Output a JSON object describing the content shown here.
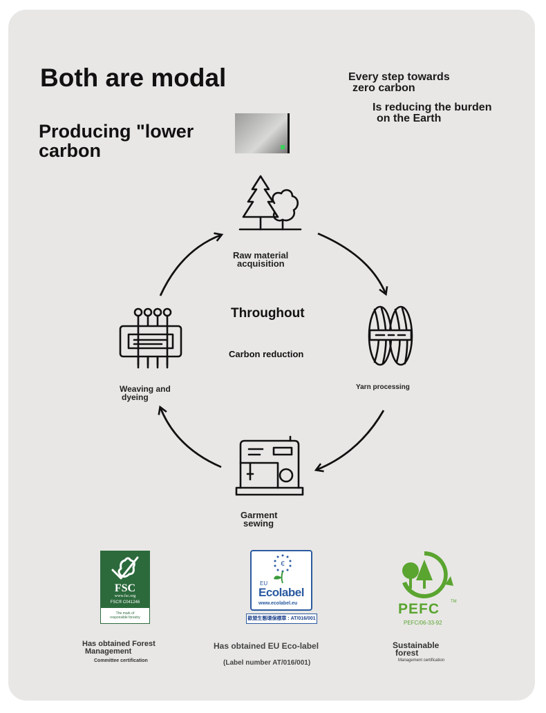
{
  "headline": {
    "title": "Both are modal",
    "subtitle": "Producing \"lower carbon"
  },
  "tagline": {
    "line1": "Every step towards",
    "line2": "zero carbon",
    "line3": "Is reducing the burden",
    "line4": "on the Earth"
  },
  "cycle": {
    "center_title": "Throughout",
    "center_subtitle": "Carbon reduction",
    "steps": [
      {
        "label_a": "Raw material",
        "label_b": "acquisition",
        "icon": "trees-icon"
      },
      {
        "label_a": "Yarn processing",
        "label_b": "",
        "icon": "yarn-ball-icon"
      },
      {
        "label_a": "Garment",
        "label_b": "sewing",
        "icon": "sewing-machine-icon"
      },
      {
        "label_a": "Weaving and",
        "label_b": "dyeing",
        "icon": "loom-icon"
      }
    ]
  },
  "certifications": {
    "fsc": {
      "logo_text": "FSC",
      "url_text": "www.fsc.org",
      "code": "FSC® C041246",
      "mark_text_1": "The mark of",
      "mark_text_2": "responsible forestry",
      "caption_1": "Has obtained Forest",
      "caption_2": "Management",
      "caption_3": "Committee certification",
      "color": "#2c6a3c"
    },
    "eu": {
      "logo_prefix": "EU",
      "logo_text": "Ecolabel",
      "url_text": "www.ecolabel.eu",
      "strip_text": "歐盟生態環保標章 : AT/016/001",
      "caption_1": "Has obtained EU Eco-label",
      "caption_2": "(Label number AT/016/001)",
      "color": "#2a5aa0"
    },
    "pefc": {
      "logo_text": "PEFC",
      "tm": "TM",
      "code": "PEFC/06-33-92",
      "caption_1": "Sustainable",
      "caption_2": "forest",
      "caption_3": "Management certification",
      "color": "#5aa430"
    }
  }
}
